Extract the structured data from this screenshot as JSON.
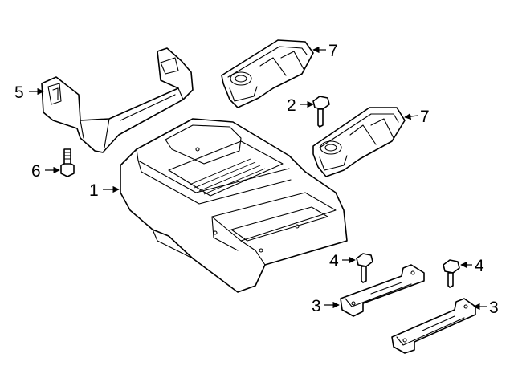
{
  "callouts": [
    {
      "id": "c1",
      "label": "1",
      "part": "console-body"
    },
    {
      "id": "c2",
      "label": "2",
      "part": "upper-bolt"
    },
    {
      "id": "c3a",
      "label": "3",
      "part": "left-bracket"
    },
    {
      "id": "c3b",
      "label": "3",
      "part": "right-bracket"
    },
    {
      "id": "c4a",
      "label": "4",
      "part": "left-bolt"
    },
    {
      "id": "c4b",
      "label": "4",
      "part": "right-bolt"
    },
    {
      "id": "c5",
      "label": "5",
      "part": "rear-panel"
    },
    {
      "id": "c6",
      "label": "6",
      "part": "panel-bolt"
    },
    {
      "id": "c7a",
      "label": "7",
      "part": "upper-cup-holder"
    },
    {
      "id": "c7b",
      "label": "7",
      "part": "lower-cup-holder"
    }
  ]
}
